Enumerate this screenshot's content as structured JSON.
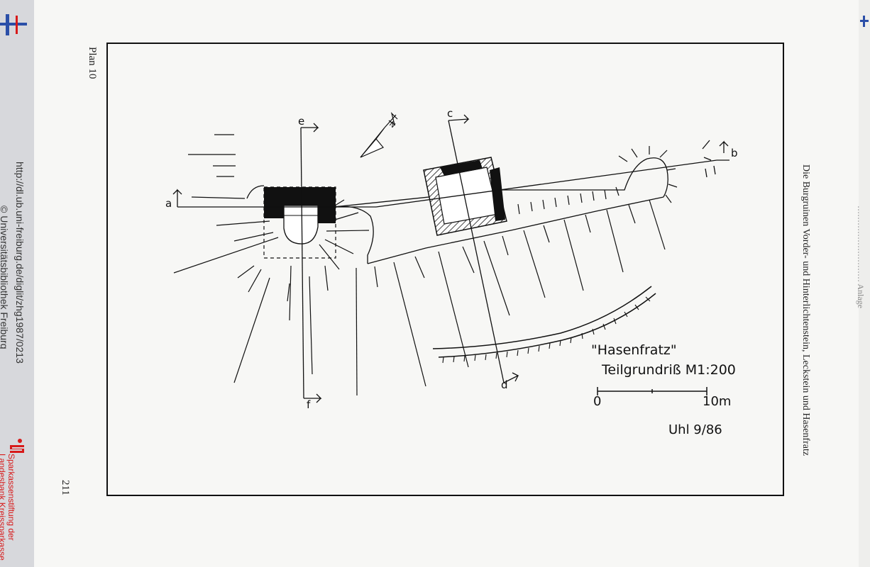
{
  "sidebar": {
    "url": "http://dl.ub.uni-freiburg.de/diglit/zhg1987/0213",
    "copyright": "© Universitätsbibliothek Freiburg",
    "sponsor_line1": "Sparkassenstiftung der",
    "sponsor_line2": "Landesbank Kreissparkasse"
  },
  "page": {
    "plan_label": "Plan 10",
    "page_number": "211",
    "running_head": "Die Burgruinen Vorder- und Hinterlichtenstein, Leckstein und Hasenfratz",
    "running_head_prev": "……………………… Anlage"
  },
  "drawing": {
    "title": "\"Hasenfratz\"",
    "subtitle": "Teilgrundriß M1:200",
    "scale_start": "0",
    "scale_end": "10m",
    "author": "Uhl 9/86",
    "north_label": "N",
    "section_labels": {
      "a": "a",
      "b": "b",
      "c": "c",
      "d": "d",
      "e": "e",
      "f": "f"
    }
  },
  "colors": {
    "ink": "#111111",
    "sidebar_bg": "#d7d8dc",
    "sponsor_red": "#d71a1a",
    "logo_blue": "#2b4fa8"
  }
}
